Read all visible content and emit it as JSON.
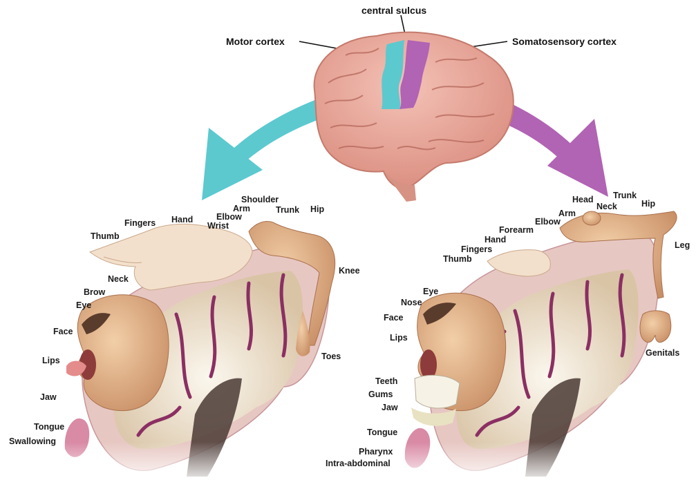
{
  "header": {
    "central_sulcus": "central sulcus",
    "motor_cortex": "Motor cortex",
    "somatosensory_cortex": "Somatosensory cortex"
  },
  "colors": {
    "motor": "#5cc9cf",
    "somatosensory": "#b163b4",
    "brain": "#e8a89a",
    "white_matter": "#f2e9d6",
    "gray_matter_edge": "#8b2f63"
  },
  "motor_labels": [
    "Shoulder",
    "Arm",
    "Elbow",
    "Wrist",
    "Hand",
    "Fingers",
    "Thumb",
    "Trunk",
    "Hip",
    "Knee",
    "Toes",
    "Neck",
    "Brow",
    "Eye",
    "Face",
    "Lips",
    "Jaw",
    "Tongue",
    "Swallowing"
  ],
  "sensory_labels": [
    "Head",
    "Trunk",
    "Neck",
    "Hip",
    "Arm",
    "Elbow",
    "Forearm",
    "Hand",
    "Fingers",
    "Thumb",
    "Leg",
    "Eye",
    "Nose",
    "Face",
    "Lips",
    "Teeth",
    "Gums",
    "Jaw",
    "Tongue",
    "Pharynx",
    "Intra-abdominal",
    "Genitals"
  ]
}
